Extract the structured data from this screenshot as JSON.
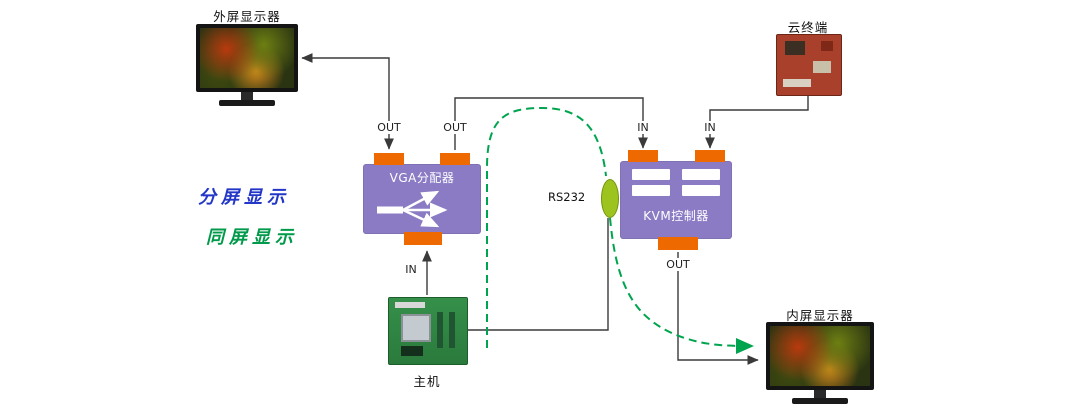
{
  "labels": {
    "external_monitor": "外屏显示器",
    "cloud_terminal": "云终端",
    "vga_splitter": "VGA分配器",
    "kvm_controller": "KVM控制器",
    "host": "主机",
    "internal_monitor": "内屏显示器",
    "rs232": "RS232"
  },
  "ports": {
    "vga_out_left": "OUT",
    "vga_out_right": "OUT",
    "vga_in_bottom": "IN",
    "kvm_in_left": "IN",
    "kvm_in_right": "IN",
    "kvm_out_bottom": "OUT"
  },
  "legend": {
    "split_screen": "分屏显示",
    "same_screen": "同屏显示"
  },
  "colors": {
    "device_purple": "#8b7bc4",
    "port_orange": "#ee6a00",
    "connector_green": "#9dc41e",
    "line_dark": "#3a3a3a",
    "same_screen_dash_green": "#00a44f",
    "split_screen_text_blue": "#2236c8",
    "same_screen_text_green": "#009a4a"
  }
}
